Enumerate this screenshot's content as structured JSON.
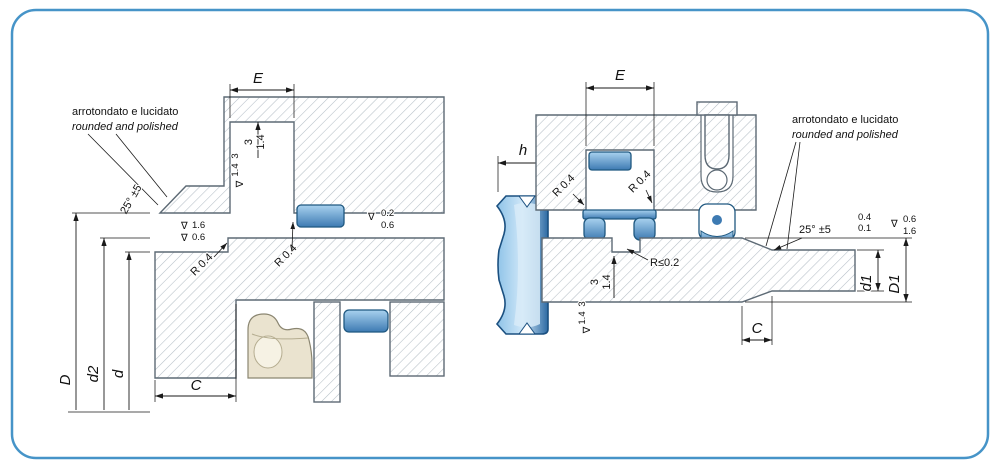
{
  "colors": {
    "border_blue": "#4694c8",
    "seal_blue": "#3d7ab2",
    "seal_cream": "#eae3cf",
    "hatch_gray": "#b6bfc7",
    "outline_gray": "#5d6a75",
    "dim_black": "#1a1a1a"
  },
  "symbols": {
    "surface_finish": "∇"
  },
  "left_view": {
    "note_line1": "arrotondato  e lucidato",
    "note_line2": "rounded and polished",
    "chamfer_angle": "25° ±5",
    "finish_chamfer_top": "1.6",
    "finish_chamfer_bottom": "0.6",
    "groove_width_label": "E",
    "groove_dim_a": "3",
    "groove_dim_b": "1.4",
    "groove_finish_a": "1.4",
    "groove_finish_b": "3",
    "radius_left": "R 0.4",
    "radius_right": "R 0.4",
    "surface_finish_top": "0.2",
    "surface_finish_bottom": "0.6",
    "dia_outer": "D",
    "dia_groove": "d2",
    "dia_inner": "d",
    "chamfer_length": "C"
  },
  "seal_profile": {
    "height_label": "h"
  },
  "right_view": {
    "groove_width_label": "E",
    "radius_left": "R 0.4",
    "radius_right": "R 0.4",
    "note_line1": "arrotondato e lucidato",
    "note_line2": "rounded and polished",
    "chamfer_angle": "25° ±5",
    "finish_chamfer_top": "0.4",
    "finish_chamfer_bottom": "0.1",
    "finish_side_top": "0.6",
    "finish_side_bottom": "1.6",
    "radius_small": "R≤0.2",
    "groove_dim_a": "3",
    "groove_dim_b": "1.4",
    "groove_finish_a": "1.4",
    "groove_finish_b": "3",
    "chamfer_length": "C",
    "dia_inner": "d1",
    "dia_outer": "D1"
  }
}
